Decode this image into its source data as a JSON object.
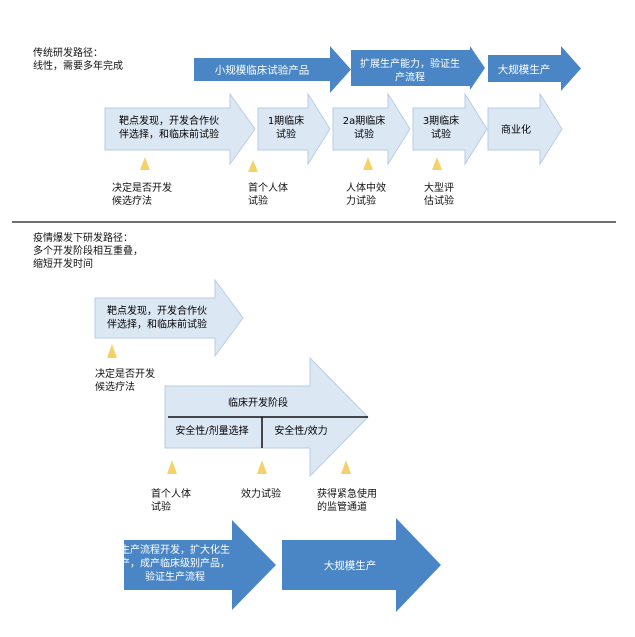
{
  "traditional": {
    "title": "传统研发路径：",
    "subtitle": "线性，需要多年完成",
    "top_arrows": [
      {
        "text": "小规模临床试验产品"
      },
      {
        "text": "扩展生产能力，验证生\n产流程"
      },
      {
        "text": "大规模生产"
      }
    ],
    "stages": [
      {
        "text": "靶点发现，开发合作伙\n伴选择，和临床前试验"
      },
      {
        "text": "1期临床\n试验"
      },
      {
        "text": "2a期临床\n试验"
      },
      {
        "text": "3期临床\n试验"
      },
      {
        "text": "商业化"
      }
    ],
    "milestones": [
      {
        "text": "决定是否开发\n候选疗法"
      },
      {
        "text": "首个人体\n试验"
      },
      {
        "text": "人体中效\n力试验"
      },
      {
        "text": "大型评\n估试验"
      }
    ]
  },
  "pandemic": {
    "title": "疫情爆发下研发路径：",
    "subtitle": "多个开发阶段相互重叠，\n缩短开发时间",
    "discovery": {
      "text": "靶点发现，开发合作伙\n伴选择，和临床前试验"
    },
    "decision": {
      "text": "决定是否开发\n候选疗法"
    },
    "clinical": {
      "header": "临床开发阶段",
      "left": "安全性/剂量选择",
      "right": "安全性/效力"
    },
    "milestones": [
      {
        "text": "首个人体\n试验"
      },
      {
        "text": "效力试验"
      },
      {
        "text": "获得紧急使用\n的监管通道"
      }
    ],
    "production": {
      "text": "生产流程开发，扩大化生\n产，成产临床级别产品，\n验证生产流程"
    },
    "scale": {
      "text": "大规模生产"
    }
  },
  "colors": {
    "dark_blue": "#4a86c5",
    "light_blue": "#dce7f4",
    "light_blue_stroke": "#b8cde6",
    "marker": "#f6d16a",
    "divider": "#404040"
  }
}
